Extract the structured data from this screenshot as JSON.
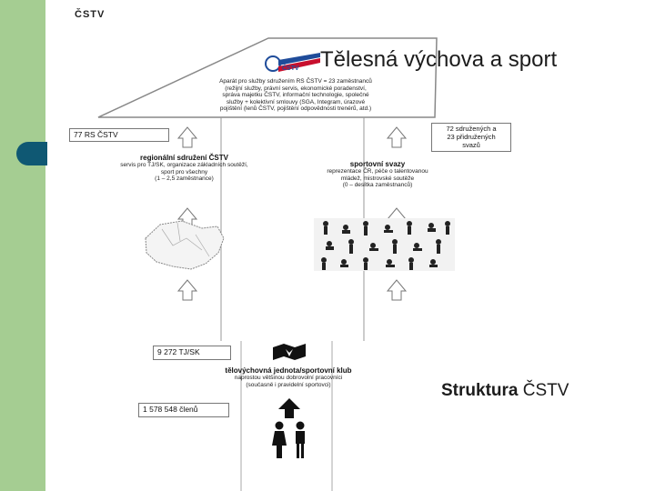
{
  "slide": {
    "title": "Tělesná výchova a sport",
    "caption_bold": "Struktura",
    "caption_rest": " ČSTV"
  },
  "diagram": {
    "header_label": "ČSTV",
    "roof_text": [
      "Aparát pro služby sdružením RS ČSTV = 23 zaměstnanců",
      "(režijní služby, právní servis, ekonomické poradenství,",
      "správa majetku ČSTV, informační technologie, společné",
      "služby + kolektivní smlouvy (SGA, Integram, úrazové",
      "pojištění (lenů ČSTV, pojištění odpovědnosti trenérů, atd.)"
    ],
    "rs_count": "77 RS ČSTV",
    "federations_count": [
      "72 sdružených a",
      "23 přidružených",
      "svazů"
    ],
    "regional": {
      "title": "regionální sdružení ČSTV",
      "lines": [
        "servis pro TJ/SK, organizace základních soutěží,",
        "sport pro všechny",
        "(1 – 2,5 zaměstnance)"
      ]
    },
    "sport_federations": {
      "title": "sportovní svazy",
      "lines": [
        "reprezentace ČR, péče o talentovanou",
        "mládež, mistrovské soutěže",
        "(0 – desítka zaměstnanců)"
      ]
    },
    "clubs_count": "9 272 TJ/SK",
    "club": {
      "title": "tělovýchovná jednota/sportovní klub",
      "lines": [
        "naprostou většinou dobrovolní pracovníci",
        "(současně i pravidelní sportovci)"
      ]
    },
    "members_count": "1 578 548 členů",
    "logo_text": "ČSTV"
  }
}
